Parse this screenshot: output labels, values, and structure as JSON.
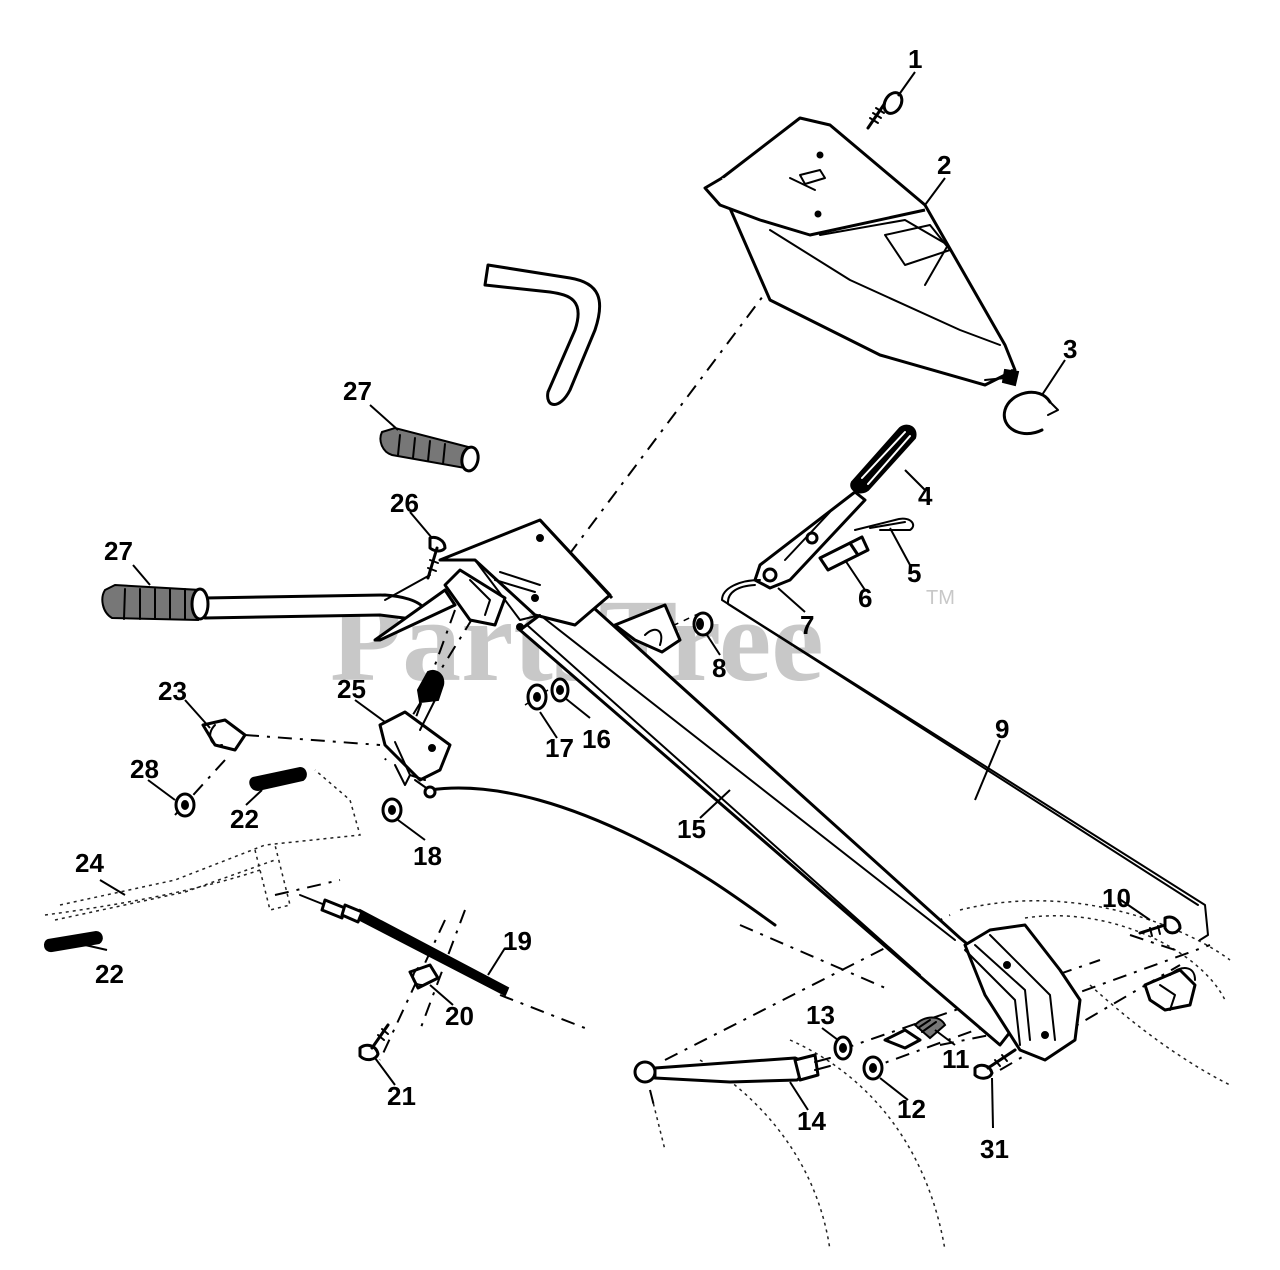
{
  "diagram": {
    "watermark": {
      "brand": "PartsTree",
      "mark": "TM"
    },
    "parts": [
      {
        "number": "1"
      },
      {
        "number": "2"
      },
      {
        "number": "3"
      },
      {
        "number": "4"
      },
      {
        "number": "5"
      },
      {
        "number": "6"
      },
      {
        "number": "7"
      },
      {
        "number": "8"
      },
      {
        "number": "9"
      },
      {
        "number": "10"
      },
      {
        "number": "11"
      },
      {
        "number": "12"
      },
      {
        "number": "13"
      },
      {
        "number": "14"
      },
      {
        "number": "15"
      },
      {
        "number": "16"
      },
      {
        "number": "17"
      },
      {
        "number": "18"
      },
      {
        "number": "19"
      },
      {
        "number": "20"
      },
      {
        "number": "21"
      },
      {
        "number": "22"
      },
      {
        "number": "22"
      },
      {
        "number": "23"
      },
      {
        "number": "24"
      },
      {
        "number": "25"
      },
      {
        "number": "26"
      },
      {
        "number": "27"
      },
      {
        "number": "27"
      },
      {
        "number": "28"
      },
      {
        "number": "31"
      }
    ]
  }
}
